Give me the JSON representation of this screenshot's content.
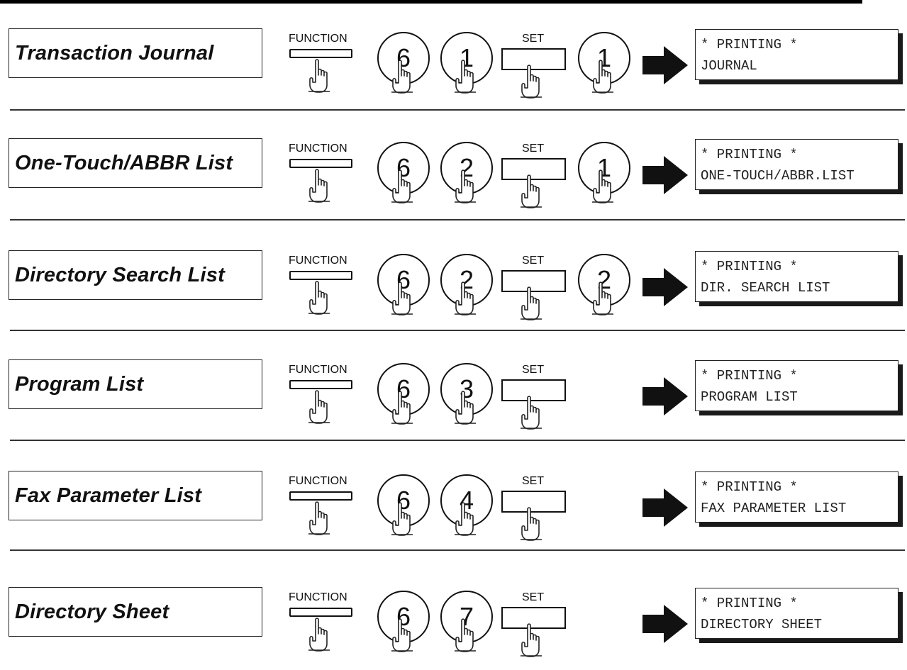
{
  "rows": [
    {
      "title": "Transaction Journal",
      "function_label": "FUNCTION",
      "set_label": "SET",
      "digits": [
        "6",
        "1"
      ],
      "extra_digit": "1",
      "display": [
        "* PRINTING *",
        "JOURNAL"
      ]
    },
    {
      "title": "One-Touch/ABBR List",
      "function_label": "FUNCTION",
      "set_label": "SET",
      "digits": [
        "6",
        "2"
      ],
      "extra_digit": "1",
      "display": [
        "* PRINTING *",
        "ONE-TOUCH/ABBR.LIST"
      ]
    },
    {
      "title": "Directory Search List",
      "function_label": "FUNCTION",
      "set_label": "SET",
      "digits": [
        "6",
        "2"
      ],
      "extra_digit": "2",
      "display": [
        "* PRINTING *",
        "DIR. SEARCH LIST"
      ]
    },
    {
      "title": "Program List",
      "function_label": "FUNCTION",
      "set_label": "SET",
      "digits": [
        "6",
        "3"
      ],
      "extra_digit": null,
      "display": [
        "* PRINTING *",
        "PROGRAM LIST"
      ]
    },
    {
      "title": "Fax Parameter List",
      "function_label": "FUNCTION",
      "set_label": "SET",
      "digits": [
        "6",
        "4"
      ],
      "extra_digit": null,
      "display": [
        "* PRINTING *",
        "FAX PARAMETER LIST"
      ]
    },
    {
      "title": "Directory Sheet",
      "function_label": "FUNCTION",
      "set_label": "SET",
      "digits": [
        "6",
        "7"
      ],
      "extra_digit": null,
      "display": [
        "* PRINTING *",
        "DIRECTORY SHEET"
      ]
    }
  ],
  "icons": {
    "hand": "pointing-hand-icon",
    "arrow": "right-arrow-icon"
  }
}
